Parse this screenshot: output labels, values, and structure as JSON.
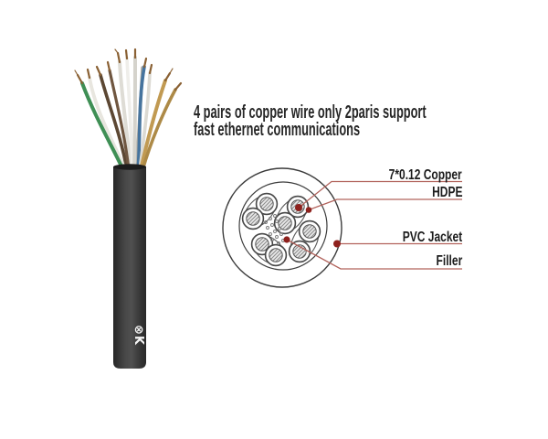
{
  "title": {
    "line1": "4 pairs of copper wire only 2paris support",
    "line2": "fast ethernet communications"
  },
  "callouts": [
    {
      "id": "copper",
      "label": "7*0.12 Copper"
    },
    {
      "id": "hdpe",
      "label": "HDPE"
    },
    {
      "id": "pvc-jacket",
      "label": "PVC Jacket"
    },
    {
      "id": "filler",
      "label": "Filler"
    }
  ],
  "cable": {
    "logo_text": "⊗K",
    "pair_count": 4,
    "wire_count": 8
  },
  "colors": {
    "background": "#ffffff",
    "title_text": "#262626",
    "label_text": "#1c1c1c",
    "callout_line": "#b2635c",
    "callout_dot": "#8e211d",
    "diagram_stroke": "#3c3c3c",
    "jacket_dark": "#2a2a2a",
    "wire_green": "#3f8f55",
    "wire_blue": "#46749e",
    "wire_tan": "#c19a52",
    "wire_white": "#e6e4dd",
    "wire_brown": "#5c4733",
    "copper_tip": "#8a6134"
  }
}
